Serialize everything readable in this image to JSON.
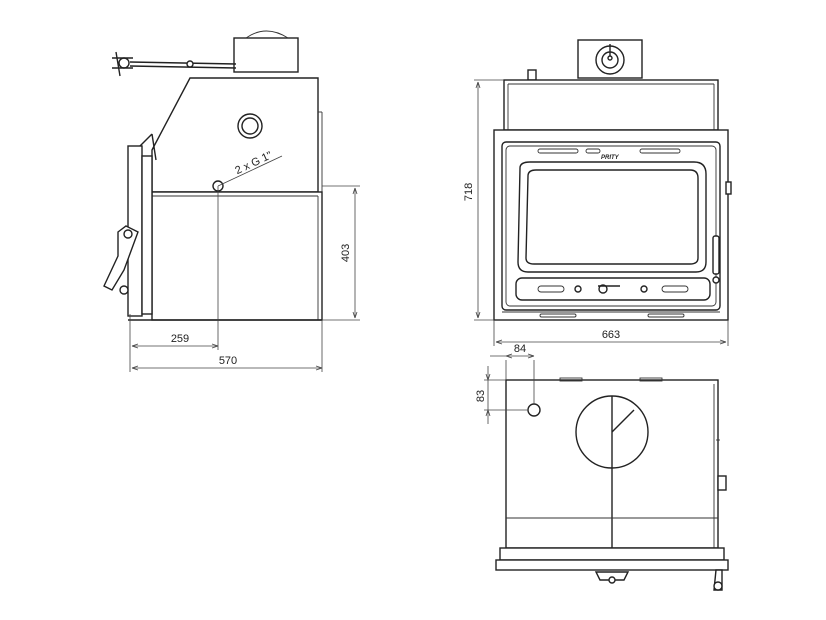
{
  "dimensions": {
    "total_depth": "570",
    "front_to_flue": "259",
    "door_height": "403",
    "pipe_label": "2 x G 1\"",
    "total_height": "718",
    "total_width": "663",
    "flue_offset_x": "84",
    "flue_offset_y": "83"
  },
  "front_view": {
    "logo_text": "PRITY"
  }
}
